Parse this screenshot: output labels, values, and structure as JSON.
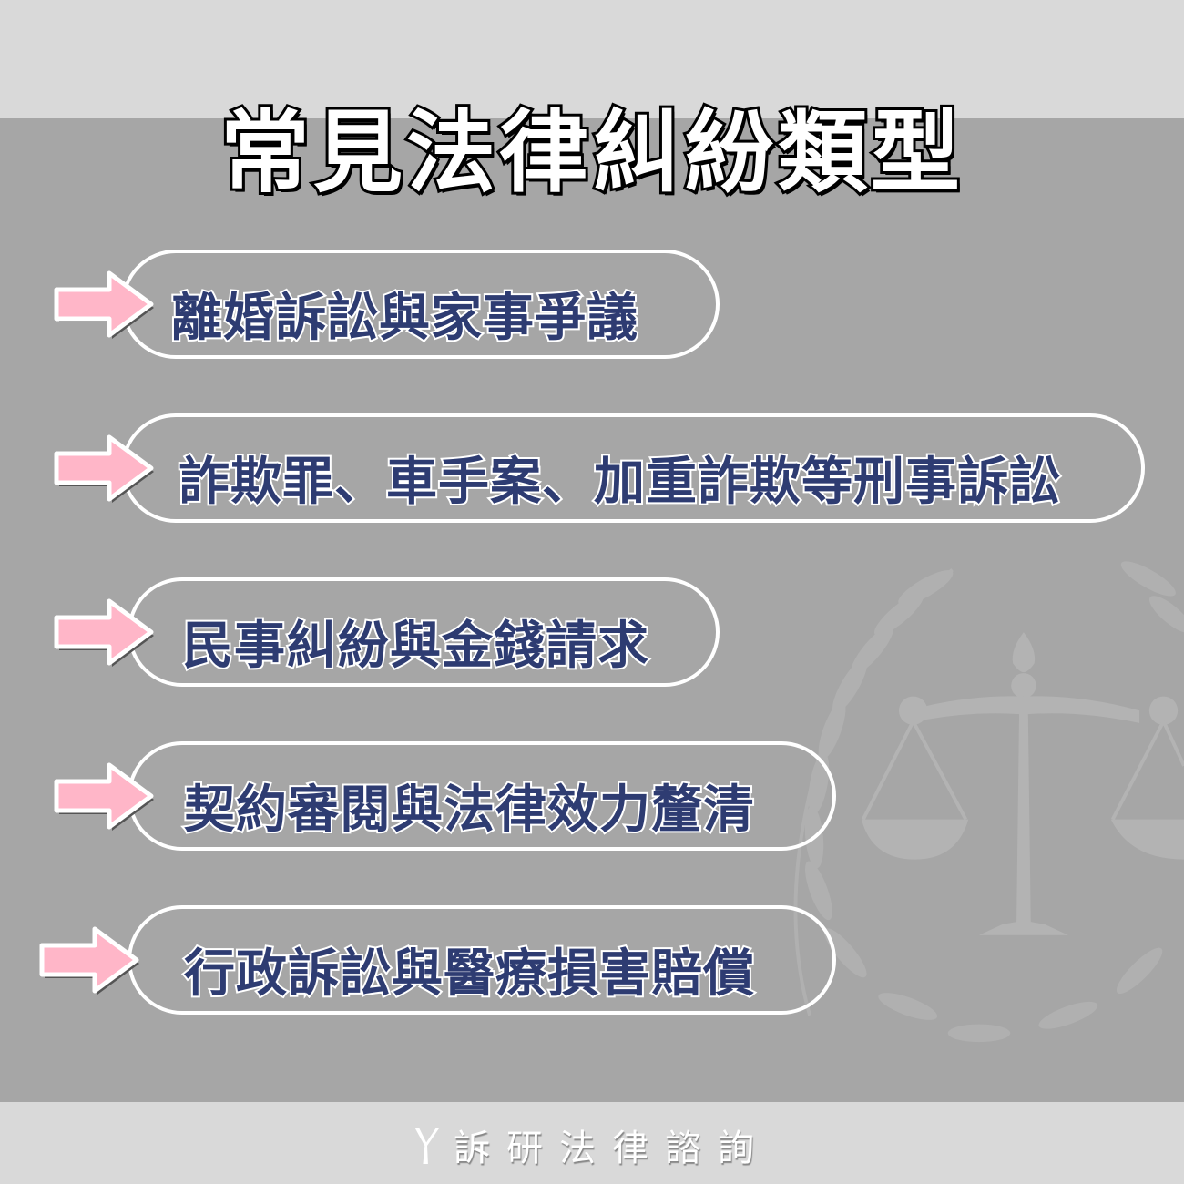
{
  "title": "常見法律糾紛類型",
  "items": [
    {
      "label": "離婚訴訟與家事爭議"
    },
    {
      "label": "詐欺罪、車手案、加重詐欺等刑事訴訟"
    },
    {
      "label": "民事糾紛與金錢請求"
    },
    {
      "label": "契約審閱與法律效力釐清"
    },
    {
      "label": "行政訴訟與醫療損害賠償"
    }
  ],
  "footer": {
    "brand": "訴研法律諮詢",
    "logo_icon": "y-logo-icon"
  },
  "colors": {
    "text": "#2e3c72",
    "arrow": "#ffb6c8",
    "background": "#a6a6a6",
    "band": "#d9d9d9"
  }
}
